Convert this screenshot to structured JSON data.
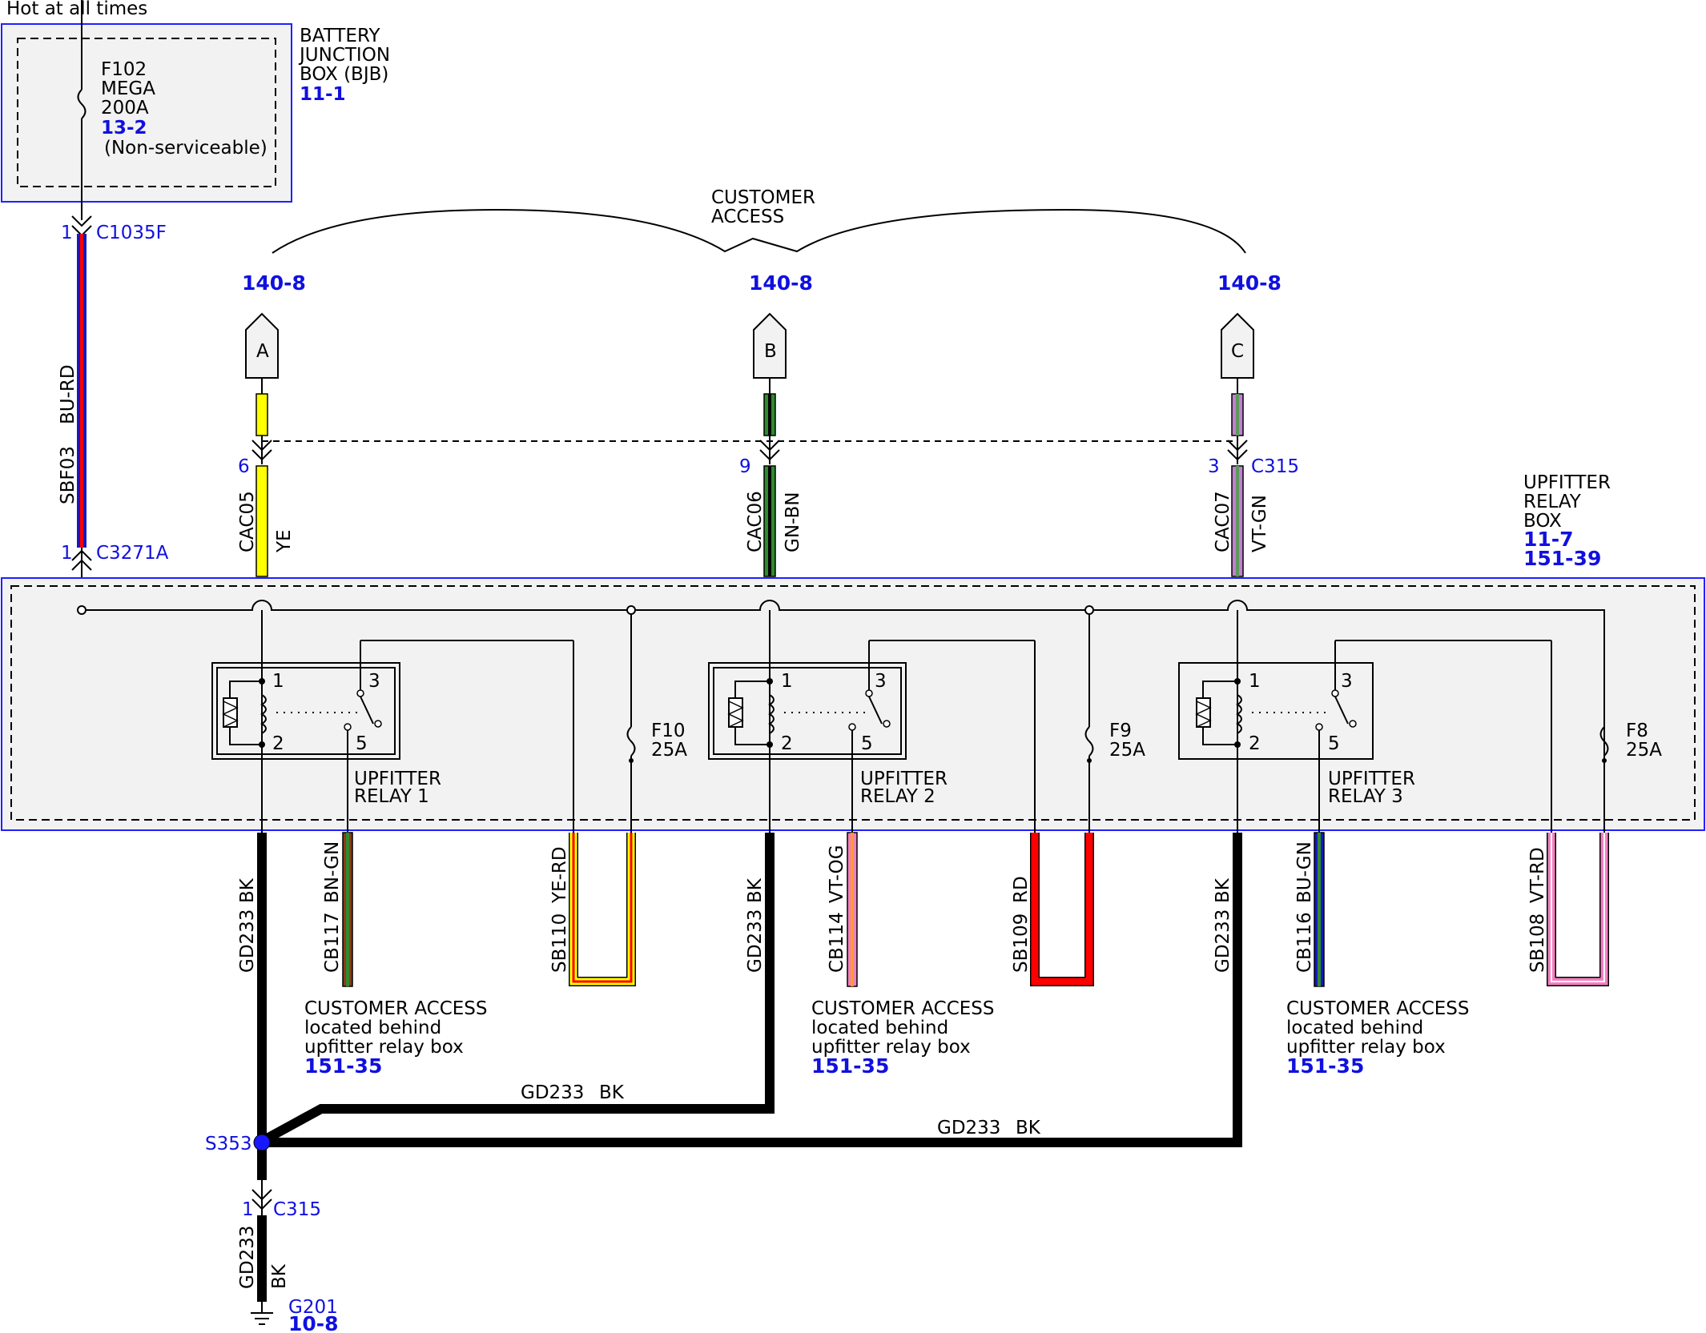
{
  "top_note": "Hot at all times",
  "bjb": {
    "title_lines": [
      "BATTERY",
      "JUNCTION",
      "BOX (BJB)"
    ],
    "ref": "11-1",
    "fuse_lines": [
      "F102",
      "MEGA",
      "200A"
    ],
    "fuse_ref": "13-2",
    "fuse_note": "(Non-serviceable)"
  },
  "connectors": {
    "c1035f_pin": "1",
    "c1035f": "C1035F",
    "c3271a_pin": "1",
    "c3271a": "C3271A",
    "c315_top": "C315",
    "c315_bottom_pin": "1",
    "c315_bottom": "C315"
  },
  "feed_wire": {
    "circuit": "SBF03",
    "color": "BU-RD"
  },
  "customer_access": {
    "title_lines": [
      "CUSTOMER",
      "ACCESS"
    ]
  },
  "access_points": [
    {
      "ref": "140-8",
      "letter": "A",
      "pin": "6",
      "circuit": "CAC05",
      "color": "YE"
    },
    {
      "ref": "140-8",
      "letter": "B",
      "pin": "9",
      "circuit": "CAC06",
      "color": "GN-BN"
    },
    {
      "ref": "140-8",
      "letter": "C",
      "pin": "3",
      "circuit": "CAC07",
      "color": "VT-GN"
    }
  ],
  "relay_box": {
    "title_lines": [
      "UPFITTER",
      "RELAY",
      "BOX"
    ],
    "refs": [
      "11-7",
      "151-39"
    ]
  },
  "relays": [
    {
      "name_lines": [
        "UPFITTER",
        "RELAY 1"
      ],
      "pins": [
        "1",
        "2",
        "3",
        "5"
      ]
    },
    {
      "name_lines": [
        "UPFITTER",
        "RELAY 2"
      ],
      "pins": [
        "1",
        "2",
        "3",
        "5"
      ]
    },
    {
      "name_lines": [
        "UPFITTER",
        "RELAY 3"
      ],
      "pins": [
        "1",
        "2",
        "3",
        "5"
      ]
    }
  ],
  "fuses": [
    {
      "name": "F10",
      "rating": "25A"
    },
    {
      "name": "F9",
      "rating": "25A"
    },
    {
      "name": "F8",
      "rating": "25A"
    }
  ],
  "output_wires": [
    {
      "circuit": "GD233",
      "color": "BK"
    },
    {
      "circuit": "CB117",
      "color": "BN-GN"
    },
    {
      "circuit": "SB110",
      "color": "YE-RD"
    },
    {
      "circuit": "GD233",
      "color": "BK"
    },
    {
      "circuit": "CB114",
      "color": "VT-OG"
    },
    {
      "circuit": "SB109",
      "color": "RD"
    },
    {
      "circuit": "GD233",
      "color": "BK"
    },
    {
      "circuit": "CB116",
      "color": "BU-GN"
    },
    {
      "circuit": "SB108",
      "color": "VT-RD"
    }
  ],
  "customer_access_notes": [
    {
      "lines": [
        "CUSTOMER ACCESS",
        "located behind",
        "upfitter relay box"
      ],
      "ref": "151-35"
    },
    {
      "lines": [
        "CUSTOMER ACCESS",
        "located behind",
        "upfitter relay box"
      ],
      "ref": "151-35"
    },
    {
      "lines": [
        "CUSTOMER ACCESS",
        "located behind",
        "upfitter relay box"
      ],
      "ref": "151-35"
    }
  ],
  "ground_runs": [
    {
      "circuit": "GD233",
      "color": "BK"
    },
    {
      "circuit": "GD233",
      "color": "BK"
    }
  ],
  "splice": {
    "name": "S353"
  },
  "ground_wire": {
    "circuit": "GD233",
    "color": "BK"
  },
  "ground": {
    "name": "G201",
    "ref": "10-8"
  },
  "colors": {
    "blue_text": "#1010e0",
    "box_outline": "#2020ff",
    "box_fill": "#f2f2f2",
    "yellow": "#ffff00",
    "green": "#2e8b2e",
    "violet": "#c080d0",
    "brown": "#8b3a1a",
    "pink": "#f080c0",
    "red": "#ff0000",
    "wire_blue": "#1818c0"
  }
}
